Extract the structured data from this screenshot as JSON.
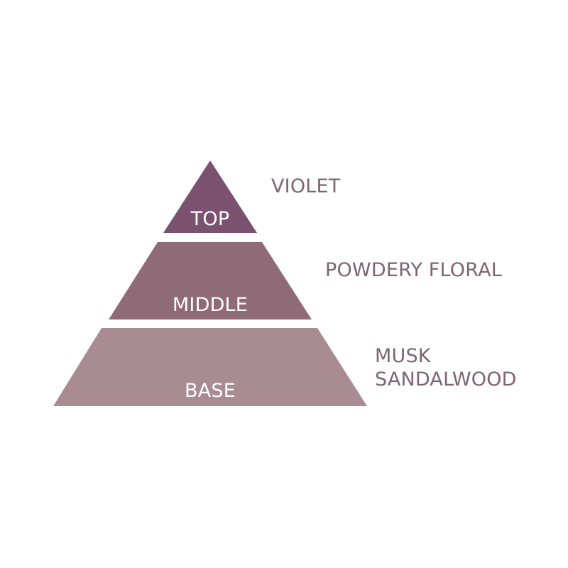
{
  "diagram": {
    "type": "fragrance-note-pyramid",
    "text_color": "#7d6470",
    "tiers": [
      {
        "id": "top",
        "label": "TOP",
        "color": "#7b5170",
        "notes": [
          "VIOLET"
        ]
      },
      {
        "id": "middle",
        "label": "MIDDLE",
        "color": "#8f6a77",
        "notes": [
          "POWDERY FLORAL"
        ]
      },
      {
        "id": "base",
        "label": "BASE",
        "color": "#a98b93",
        "notes": [
          "MUSK",
          "SANDALWOOD"
        ]
      }
    ]
  }
}
